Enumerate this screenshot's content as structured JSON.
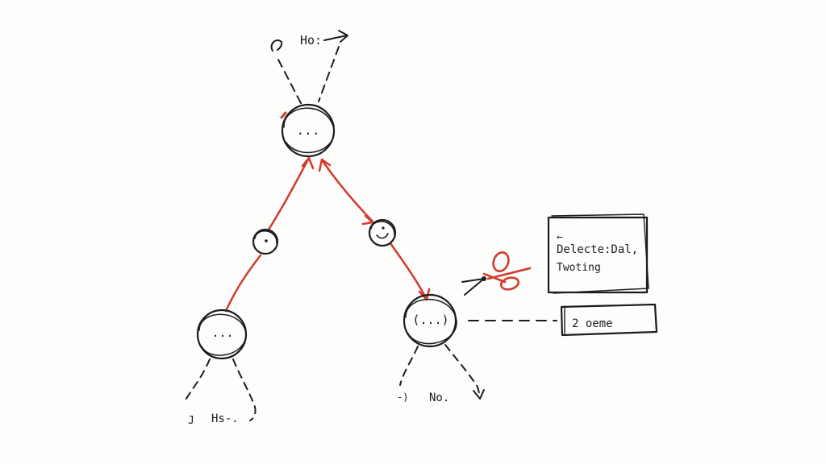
{
  "nodes": {
    "root": "...",
    "right_middle": "(...)",
    "left_leaf": "..."
  },
  "annotations": {
    "top": "Ho:",
    "left_bottom": "Hs-.",
    "left_bottom_mark": "J",
    "right_bottom": "No.",
    "right_bottom_mark": "-)"
  },
  "panels": {
    "upper_arrow": "←",
    "upper_line1": "Delecte:Dal,",
    "upper_line2": "Twoting",
    "lower": "2 oeme"
  },
  "colors": {
    "ink": "#1c1c1c",
    "highlight": "#d23b2e",
    "background": "#fdfdfc"
  },
  "icons": [
    "scissors-icon"
  ]
}
